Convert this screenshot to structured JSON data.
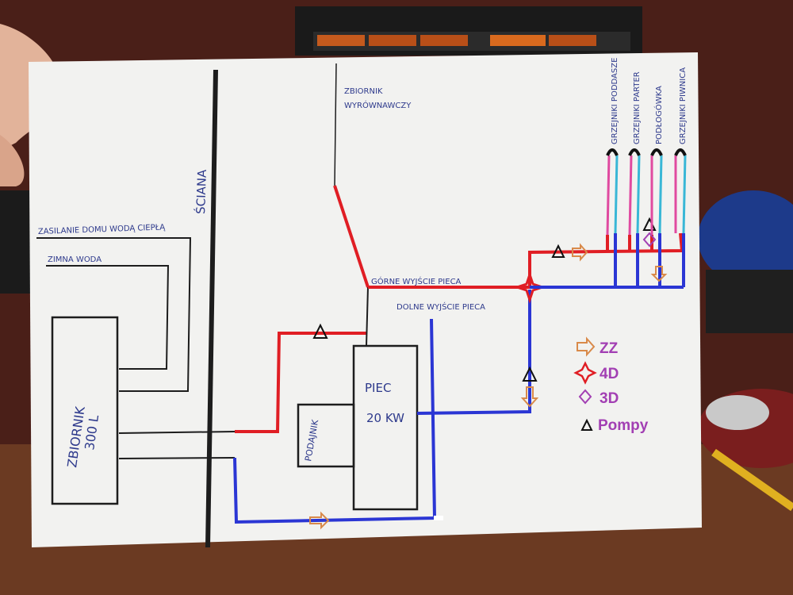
{
  "labels": {
    "sciana": "ŚCIANA",
    "zasilanie": "ZASILANIE DOMU WODĄ CIEPŁĄ",
    "zimna_woda": "ZIMNA WODA",
    "zbiornik_300_line1": "ZBIORNIK",
    "zbiornik_300_line2": "300 L",
    "podajnik": "PODAJNIK",
    "piec_line1": "PIEC",
    "piec_line2": "20 KW",
    "gorne_wyjscie": "GÓRNE WYJŚCIE PIECA",
    "dolne_wyjscie": "DOLNE WYJŚCIE PIECA",
    "zbiornik_wyrown_line1": "ZBIORNIK",
    "zbiornik_wyrown_line2": "WYRÓWNAWCZY",
    "circuit_1": "GRZEJNIKI PODDASZE",
    "circuit_2": "GRZEJNIKI PARTER",
    "circuit_3": "PODŁOGÓWKA",
    "circuit_4": "GRZEJNIKI PIWNICA"
  },
  "legend": {
    "items": [
      {
        "symbol": "arrow-outline-icon",
        "label": "ZZ",
        "color": "#d98a4a"
      },
      {
        "symbol": "four-point-star-icon",
        "label": "4D",
        "color": "#e0202a"
      },
      {
        "symbol": "diamond-outline-icon",
        "label": "3D",
        "color": "#a23fb3"
      },
      {
        "symbol": "triangle-outline-icon",
        "label": "Pompy",
        "color": "#111111"
      }
    ]
  },
  "colors": {
    "hot_pipe": "#e01e24",
    "cold_pipe": "#2b36d4",
    "pen": "#222222",
    "pink_line": "#e04aa0",
    "cyan_line": "#39b7d6",
    "paper": "#f2f2f0"
  }
}
